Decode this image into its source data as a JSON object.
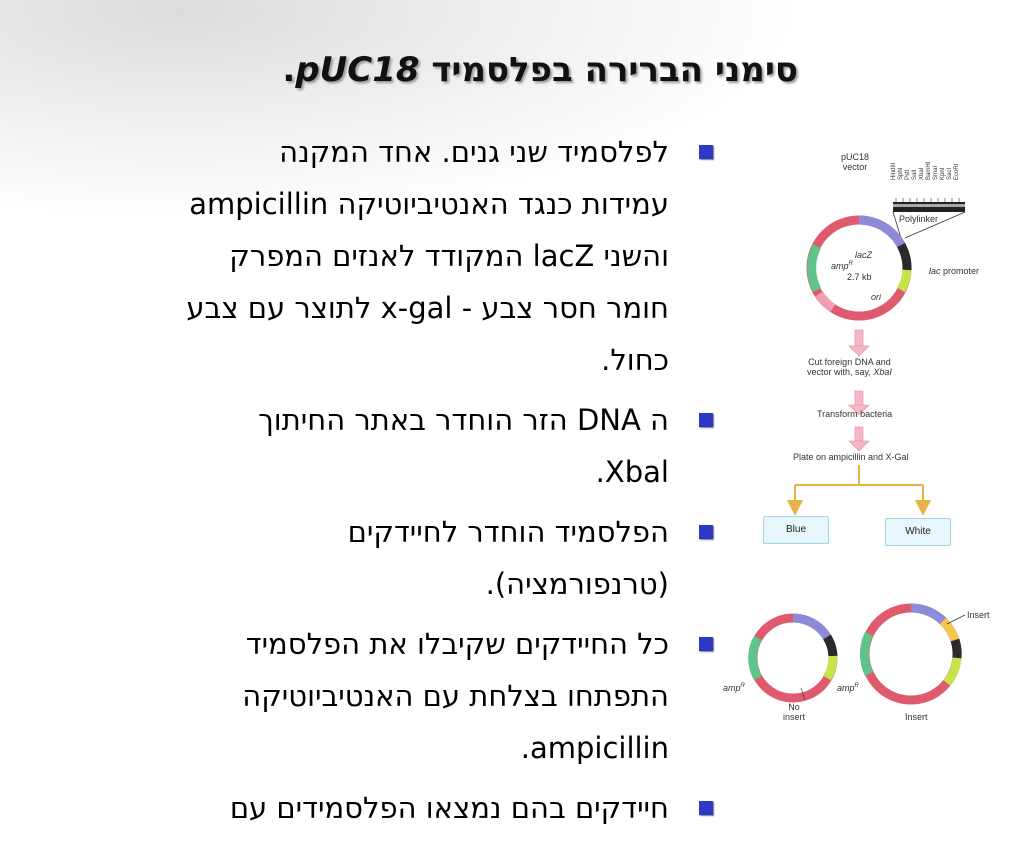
{
  "slide": {
    "title_prefix": "סימני הברירה בפלסמיד",
    "title_latin": "pUC18",
    "title_suffix": "."
  },
  "bullets": [
    {
      "lines": [
        "לפלסמיד שני גנים. אחד המקנה",
        "עמידות כנגד האנטיביוטיקה ampicillin",
        "והשני  lacZ המקודד לאנזים המפרק",
        "חומר חסר צבע - x-gal לתוצר עם צבע",
        "כחול."
      ]
    },
    {
      "lines": [
        "ה  DNA הזר הוחדר באתר החיתוך",
        "Xbal."
      ]
    },
    {
      "lines": [
        "הפלסמיד הוחדר לחיידקים",
        "(טרנפורמציה)."
      ]
    },
    {
      "lines": [
        "כל החיידקים שקיבלו את הפלסמיד",
        "התפתחו בצלחת עם האנטיביוטיקה",
        "ampicillin."
      ]
    },
    {
      "lines": [
        "חיידקים בהם נמצאו הפלסמידים עם"
      ]
    }
  ],
  "figure": {
    "vector_label_1": "pUC18",
    "vector_label_2": "vector",
    "enzymes": [
      "HindIII",
      "SphI",
      "PstI",
      "SalI",
      "XbaI",
      "BamHI",
      "SmaI",
      "KpnI",
      "SacI",
      "EcoRI"
    ],
    "polylinker": "Polylinker",
    "lacz": "lacZ",
    "ampr": "amp",
    "size": "2.7 kb",
    "ori": "ori",
    "lac_promoter_italic": "lac",
    "lac_promoter_rest": " promoter",
    "step1_l1": "Cut foreign DNA and",
    "step1_l2": "vector with, say,",
    "step1_italic": "XbaI",
    "step2": "Transform bacteria",
    "step3": "Plate on ampicillin and X-Gal",
    "blue": "Blue",
    "white": "White",
    "insert": "Insert",
    "no_insert_1": "No",
    "no_insert_2": "insert",
    "insert_bottom": "Insert",
    "ampr_left": "amp",
    "ampr_right": "amp",
    "superscript_r": "R"
  }
}
